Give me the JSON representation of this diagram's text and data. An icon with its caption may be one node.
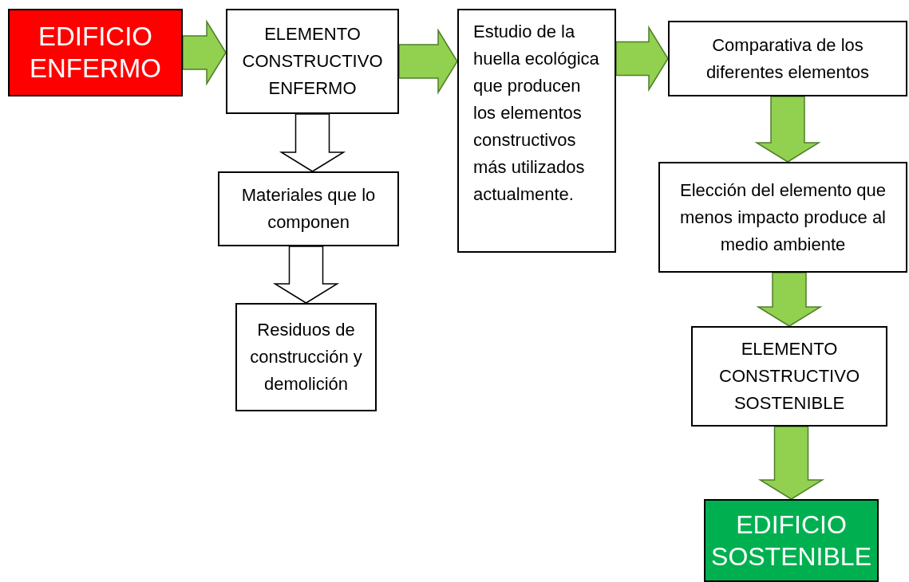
{
  "diagram": {
    "nodes": [
      {
        "text": [
          "EDIFICIO ENFERMO"
        ]
      },
      {
        "text": [
          "ELEMENTO CONSTRUCTIVO ENFERMO"
        ]
      },
      {
        "text": [
          "Materiales que lo componen"
        ]
      },
      {
        "text": [
          "Residuos de construcción y demolición"
        ]
      },
      {
        "text": [
          "Estudio de la huella ecológica que producen los elementos constructivos más utilizados actualmente."
        ]
      },
      {
        "text": [
          "Comparativa de los diferentes elementos"
        ]
      },
      {
        "text": [
          "Elección del elemento que menos impacto produce al medio ambiente"
        ]
      },
      {
        "text": [
          "ELEMENTO CONSTRUCTIVO SOSTENIBLE"
        ]
      },
      {
        "text": [
          "EDIFICIO SOSTENIBLE"
        ]
      }
    ],
    "edges": [
      {
        "from": 0,
        "to": 1,
        "arrow": "to"
      },
      {
        "from": 1,
        "to": 4,
        "arrow": "to"
      },
      {
        "from": 4,
        "to": 5,
        "arrow": "to"
      },
      {
        "from": 5,
        "to": 6,
        "arrow": "to"
      },
      {
        "from": 6,
        "to": 7,
        "arrow": "to"
      },
      {
        "from": 7,
        "to": 8,
        "arrow": "to"
      },
      {
        "from": 1,
        "to": 2,
        "arrow": "to",
        "color": "#ffffff"
      },
      {
        "from": 2,
        "to": 3,
        "arrow": "to",
        "color": "#ffffff"
      }
    ]
  }
}
